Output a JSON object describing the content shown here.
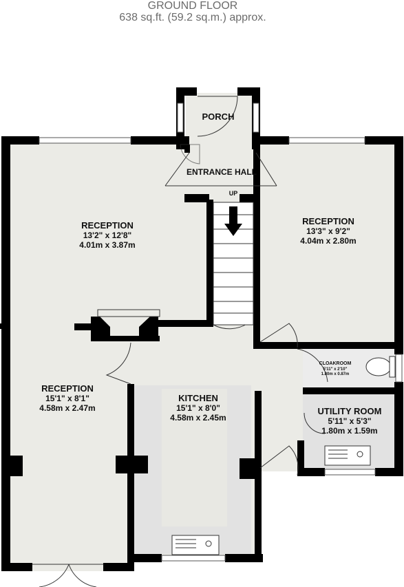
{
  "header": {
    "floor": "GROUND FLOOR",
    "area": "638 sq.ft. (59.2 sq.m.) approx."
  },
  "rooms": {
    "porch": {
      "name": "PORCH"
    },
    "entrance_hall": {
      "name": "ENTRANCE HALL"
    },
    "stairs": {
      "label": "UP"
    },
    "reception_front_left": {
      "name": "RECEPTION",
      "imperial": "13'2\"  x 12'8\"",
      "metric": "4.01m  x 3.87m"
    },
    "reception_front_right": {
      "name": "RECEPTION",
      "imperial": "13'3\"  x 9'2\"",
      "metric": "4.04m  x 2.80m"
    },
    "reception_rear": {
      "name": "RECEPTION",
      "imperial": "15'1\"  x 8'1\"",
      "metric": "4.58m  x 2.47m"
    },
    "kitchen": {
      "name": "KITCHEN",
      "imperial": "15'1\"  x 8'0\"",
      "metric": "4.58m  x 2.45m"
    },
    "cloakroom": {
      "name": "CLOAKROOM",
      "imperial": "5'11\"  x 2'10\"",
      "metric": "1.80m  x 0.87m"
    },
    "utility_room": {
      "name": "UTILITY ROOM",
      "imperial": "5'11\"  x 5'3\"",
      "metric": "1.80m  x 1.59m"
    }
  },
  "colors": {
    "wall": "#000000",
    "floor": "#ebebe6",
    "kitchen_floor": "#e2e2e2",
    "label": "#111111",
    "header_text": "#6b6b6b"
  }
}
